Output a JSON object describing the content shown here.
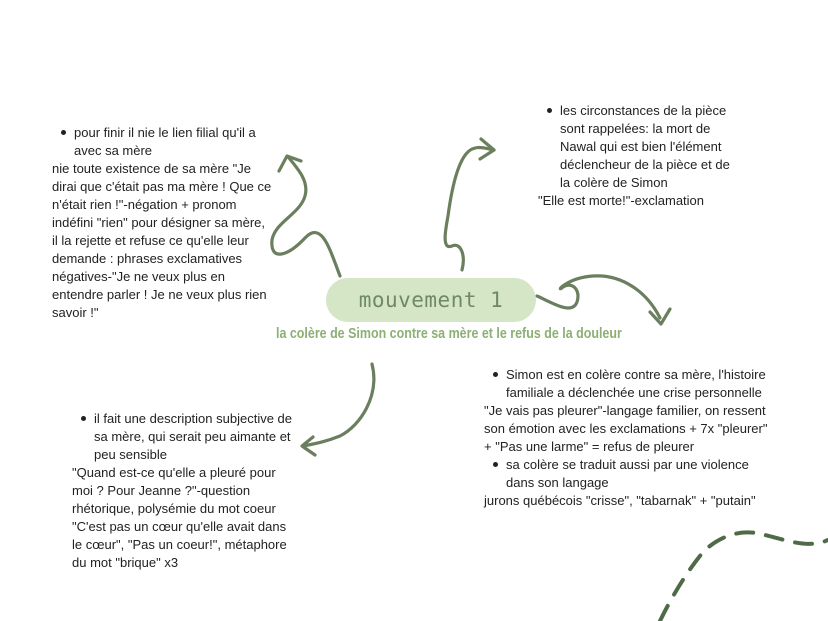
{
  "center": {
    "title": "mouvement 1",
    "subtitle": "la colère de Simon contre sa mère et le refus de la douleur"
  },
  "colors": {
    "arrow": "#6b7f5e",
    "pill_fill": "#d5e6c7",
    "title_text": "#6f8868",
    "subtitle_text": "#8caf73"
  },
  "blocks": {
    "top_left": {
      "bullet": "pour finir il nie le lien filial qu'il a avec sa mère",
      "text": "nie toute existence de sa mère \"Je dirai que c'était pas ma mère ! Que ce n'était rien !\"-négation + pronom indéfini \"rien\" pour désigner sa mère, il la rejette et refuse ce qu'elle leur demande : phrases exclamatives négatives-\"Je ne veux plus en entendre parler ! Je ne veux plus rien savoir !\""
    },
    "top_right": {
      "bullet": "les circonstances de la pièce sont rappelées: la mort de Nawal qui est bien l'élément déclencheur de la pièce et de la colère de Simon",
      "text": "\"Elle est morte!\"-exclamation"
    },
    "bottom_left": {
      "bullet": "il fait une description subjective de sa mère, qui serait peu aimante et peu sensible",
      "text": "\"Quand est-ce qu'elle a pleuré pour moi ? Pour Jeanne ?\"-question rhétorique, polysémie du mot coeur \"C'est pas un cœur qu'elle avait dans le cœur\", \"Pas un coeur!\", métaphore du mot \"brique\" x3"
    },
    "bottom_right": {
      "bullet1": "Simon est en colère contre sa mère, l'histoire familiale a déclenchée une crise personnelle",
      "text1": "\"Je vais pas pleurer\"-langage familier, on ressent son émotion avec les exclamations + 7x \"pleurer\" + \"Pas une larme\" = refus de pleurer",
      "bullet2": "sa colère se traduit aussi par une violence dans son langage",
      "text2": "jurons québécois \"crisse\", \"tabarnak\"  + \"putain\""
    }
  }
}
